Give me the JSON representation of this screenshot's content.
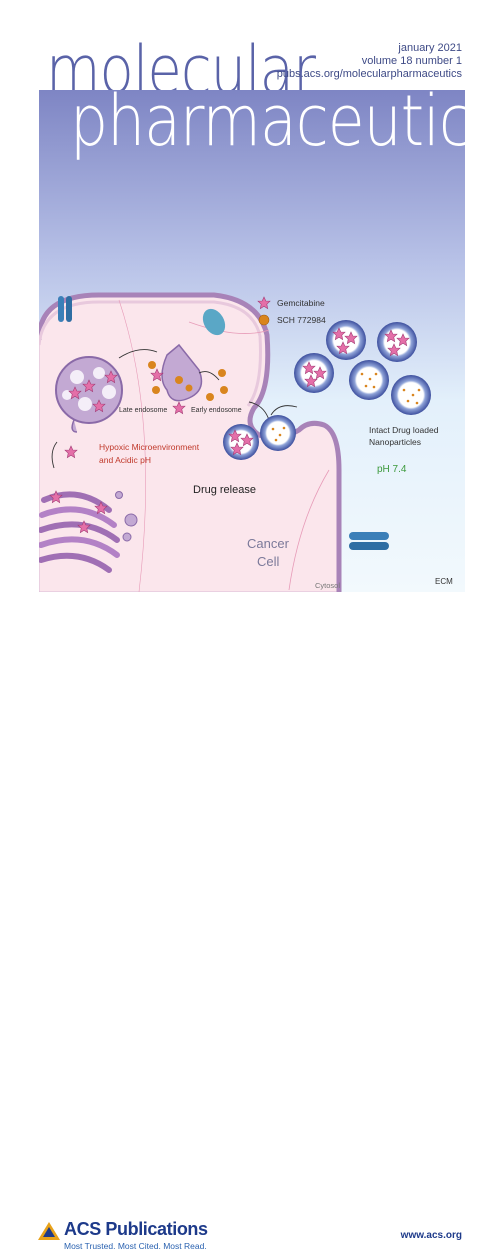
{
  "journal": {
    "title_line1": "molecular",
    "title_line2": "pharmaceutics"
  },
  "issue": {
    "date": "january 2021",
    "volume_number": "volume 18 number 1",
    "url": "pubs.acs.org/molecularpharmaceutics"
  },
  "figure": {
    "legend_gemcitabine": "Gemcitabine",
    "legend_sch": "SCH 772984",
    "late_endosome": "Late endosome",
    "early_endosome": "Early endosome",
    "hypoxic_line1": "Hypoxic Microenvironment",
    "hypoxic_line2": "and Acidic pH",
    "drug_release": "Drug release",
    "intact_line1": "Intact Drug loaded",
    "intact_line2": "Nanoparticles",
    "ph": "pH 7.4",
    "cancer_cell_line1": "Cancer",
    "cancer_cell_line2": "Cell",
    "cytosol": "Cytosol",
    "ecm": "ECM"
  },
  "colors": {
    "title_blue": "#5a63a8",
    "cell_pink": "#fbe6ec",
    "membrane": "#a883b8",
    "gemcitabine_pink": "#e46fa8",
    "sch_orange": "#d9851e",
    "nanoparticle_blue": "#3d4f9e",
    "red_label": "#c0392b",
    "green_label": "#3c9a3c"
  },
  "footer": {
    "publisher": "ACS Publications",
    "tagline": "Most Trusted. Most Cited. Most Read.",
    "website": "www.acs.org"
  }
}
